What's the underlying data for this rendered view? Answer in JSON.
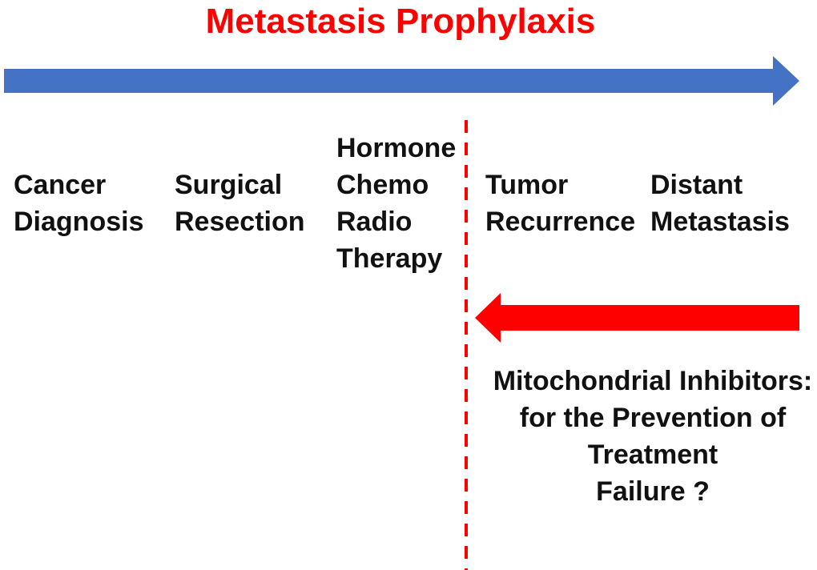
{
  "title": "Metastasis Prophylaxis",
  "colors": {
    "timeline_arrow": "#4472c4",
    "intervention_arrow": "#ff0000",
    "divider": "#ff0000"
  },
  "stages": [
    {
      "line1": "Cancer",
      "line2": "Diagnosis"
    },
    {
      "line1": "Surgical",
      "line2": "Resection"
    },
    {
      "lines": [
        "Hormone",
        "Chemo",
        "Radio",
        "Therapy"
      ]
    },
    {
      "line1": "Tumor",
      "line2": "Recurrence"
    },
    {
      "line1": "Distant",
      "line2": "Metastasis"
    }
  ],
  "caption": [
    "Mitochondrial Inhibitors:",
    "for the Prevention of",
    "Treatment",
    "Failure ?"
  ]
}
